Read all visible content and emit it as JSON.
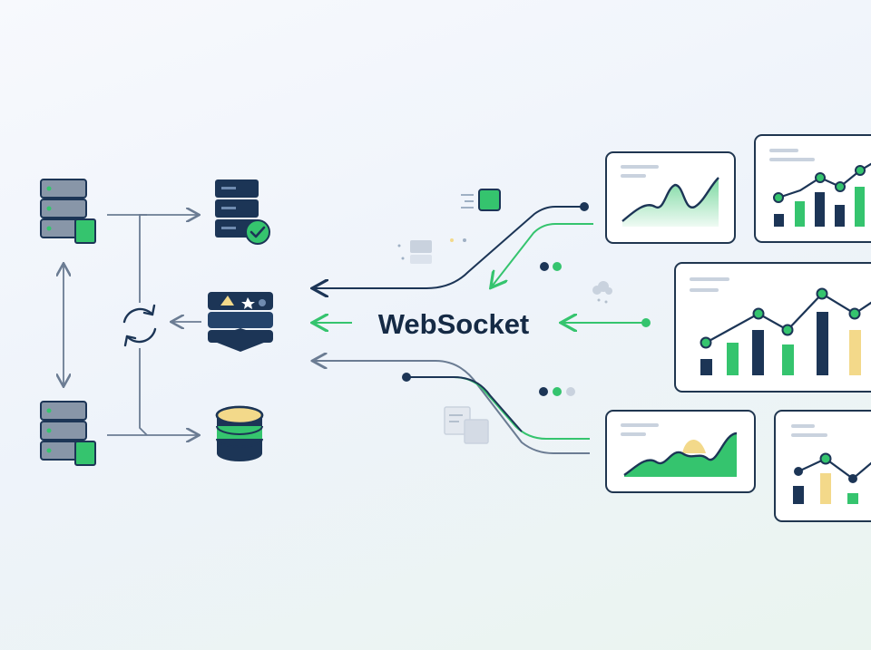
{
  "diagram": {
    "center_label": "WebSocket",
    "colors": {
      "navy": "#1c3556",
      "green": "#35c46e",
      "yellow": "#f3d98a",
      "line_gray": "#6b7c93",
      "card_border": "#203650",
      "light_gray": "#c9d2de"
    },
    "left_nodes": [
      {
        "name": "server-top",
        "icon": "server-rack-icon"
      },
      {
        "name": "server-verified",
        "icon": "server-check-icon"
      },
      {
        "name": "sync",
        "icon": "refresh-icon"
      },
      {
        "name": "message-broker",
        "icon": "layered-stack-icon"
      },
      {
        "name": "server-bottom",
        "icon": "server-rack-icon"
      },
      {
        "name": "database",
        "icon": "database-icon"
      }
    ],
    "dashboard_cards": [
      {
        "name": "area-chart-top",
        "type": "area"
      },
      {
        "name": "bar-line-top-right",
        "type": "bar-line"
      },
      {
        "name": "bar-line-large",
        "type": "bar-line"
      },
      {
        "name": "area-chart-bottom",
        "type": "area"
      },
      {
        "name": "bar-line-bottom-right",
        "type": "bar-line"
      }
    ]
  }
}
